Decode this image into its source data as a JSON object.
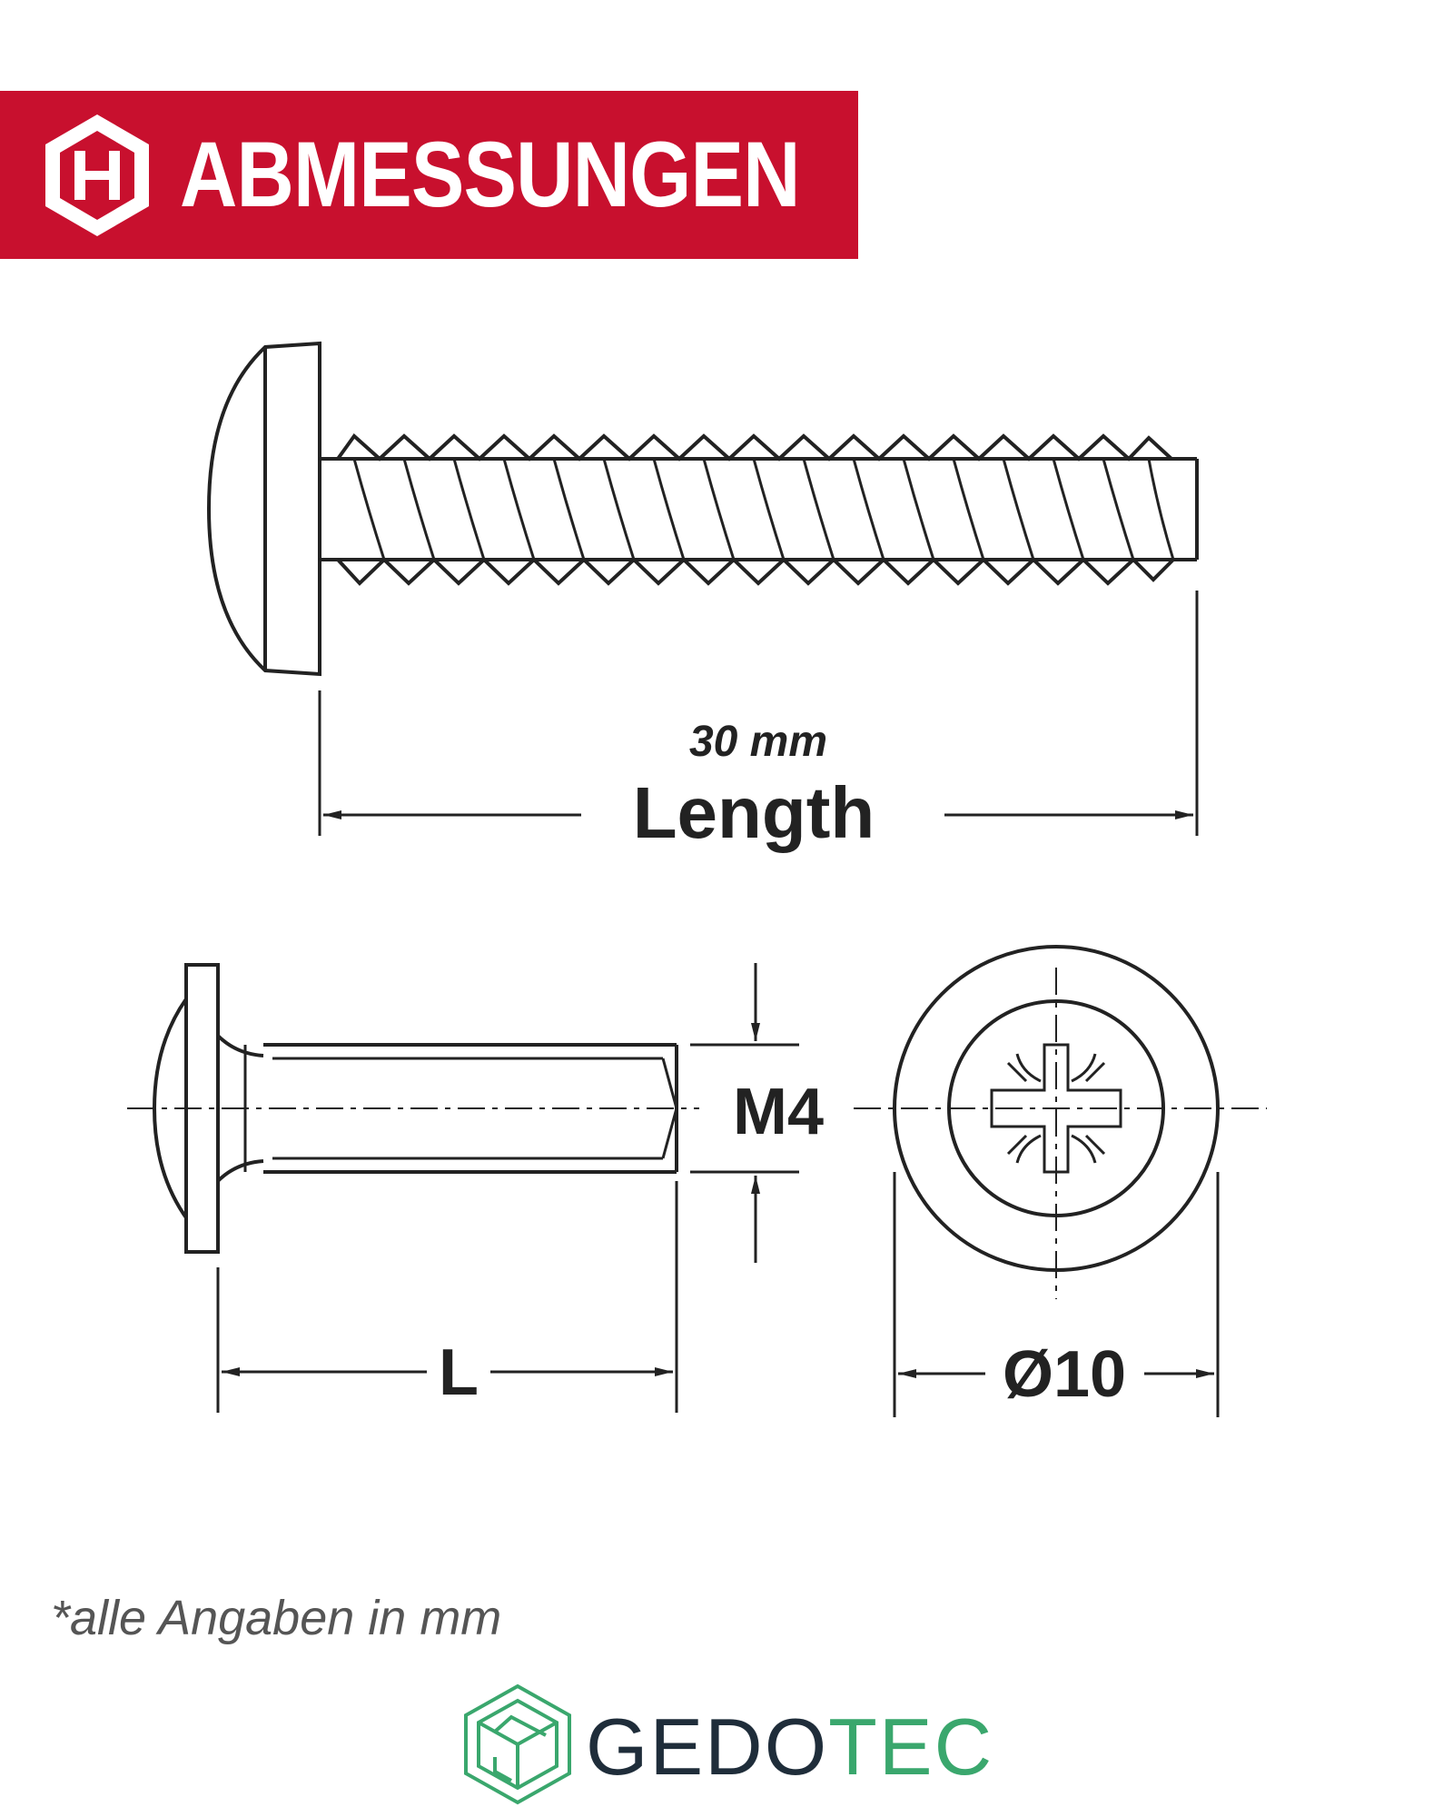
{
  "banner": {
    "title": "ABMESSUNGEN",
    "color": "#c8102e",
    "icon": "hexagon-h-icon"
  },
  "drawing": {
    "length_value": "30 mm",
    "length_label": "Length",
    "thread_label": "M4",
    "length_symbol": "L",
    "diameter_label": "Ø10"
  },
  "footnote": "*alle Angaben in mm",
  "brand": {
    "name_part1": "GEDO",
    "name_part2": "TEC",
    "color_dark": "#1f2d3a",
    "color_accent": "#3aa76d",
    "icon": "cube-logo-icon"
  }
}
